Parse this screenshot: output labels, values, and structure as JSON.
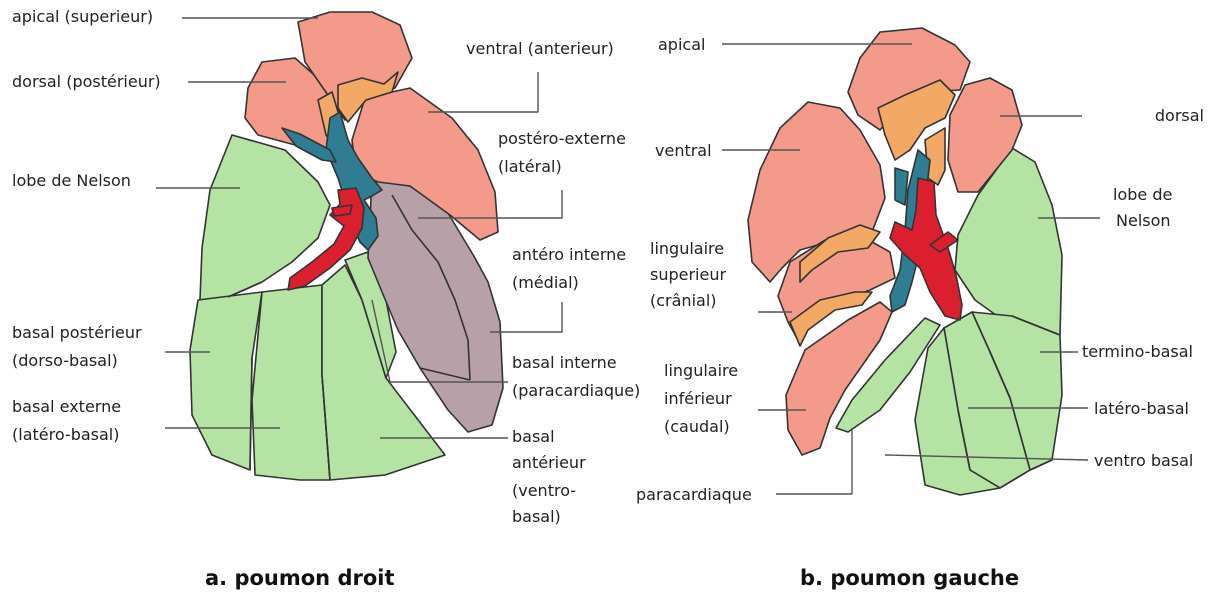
{
  "colors": {
    "salmon": "#f39a8a",
    "orange": "#f3a865",
    "green": "#b5e3a4",
    "mauve": "#b7a0a8",
    "bronchus_blue": "#2f7d92",
    "artery_red": "#dc1f2f",
    "outline": "#333333"
  },
  "right_lung": {
    "caption": "a. poumon droit",
    "labels": {
      "apical": "apical (superieur)",
      "dorsal": "dorsal (postérieur)",
      "ventral": "ventral (anterieur)",
      "postero_1": "postéro-externe",
      "postero_2": "(latéral)",
      "nelson": "lobe de Nelson",
      "antero_1": "antéro interne",
      "antero_2": "(médial)",
      "bas_post_1": "basal postérieur",
      "bas_post_2": "(dorso-basal)",
      "bas_int_1": "basal interne",
      "bas_int_2": "(paracardiaque)",
      "bas_ext_1": "basal externe",
      "bas_ext_2": "(latéro-basal)",
      "bas_ant_1": "basal",
      "bas_ant_2": "antérieur",
      "bas_ant_3": "(ventro-",
      "bas_ant_4": "basal)"
    }
  },
  "left_lung": {
    "caption": "b. poumon gauche",
    "labels": {
      "apical": "apical",
      "dorsal": "dorsal",
      "ventral": "ventral",
      "nelson_1": "lobe de",
      "nelson_2": "Nelson",
      "ling_sup_1": "lingulaire",
      "ling_sup_2": "superieur",
      "ling_sup_3": "(crânial)",
      "termino": "termino-basal",
      "ling_inf_1": "lingulaire",
      "ling_inf_2": "inférieur",
      "ling_inf_3": "(caudal)",
      "latero": "latéro-basal",
      "ventro": "ventro basal",
      "paracardiaque": "paracardiaque"
    }
  }
}
